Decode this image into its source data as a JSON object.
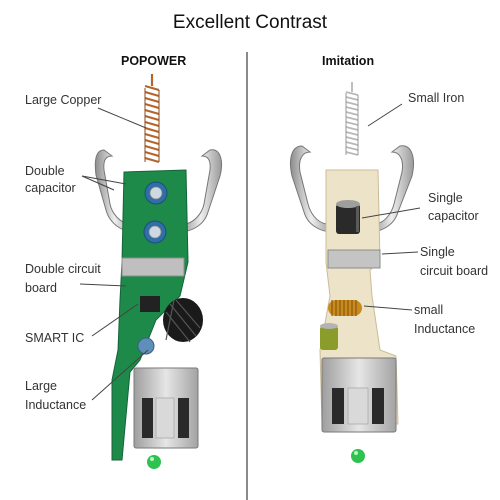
{
  "title": "Excellent Contrast",
  "left": {
    "heading": "POPOWER",
    "labels": {
      "large_copper": "Large Copper",
      "double_capacitor_1": "Double",
      "double_capacitor_2": "capacitor",
      "double_board_1": "Double circuit",
      "double_board_2": "board",
      "smart_ic": "SMART IC",
      "large_inductance_1": "Large",
      "large_inductance_2": "Inductance"
    }
  },
  "right": {
    "heading": "Imitation",
    "labels": {
      "small_iron": "Small Iron",
      "single_capacitor_1": "Single",
      "single_capacitor_2": "capacitor",
      "single_board_1": "Single",
      "single_board_2": "circuit board",
      "small_inductance_1": "small",
      "small_inductance_2": "Inductance"
    }
  },
  "colors": {
    "popower_board": "#1e8a4a",
    "imitation_board": "#ede3c8",
    "copper": "#b5652a",
    "iron": "#b8b8b8",
    "inductor_black": "#1a1a1a",
    "inductor_gold": "#c98a1f",
    "led_green": "#2ec24f"
  }
}
